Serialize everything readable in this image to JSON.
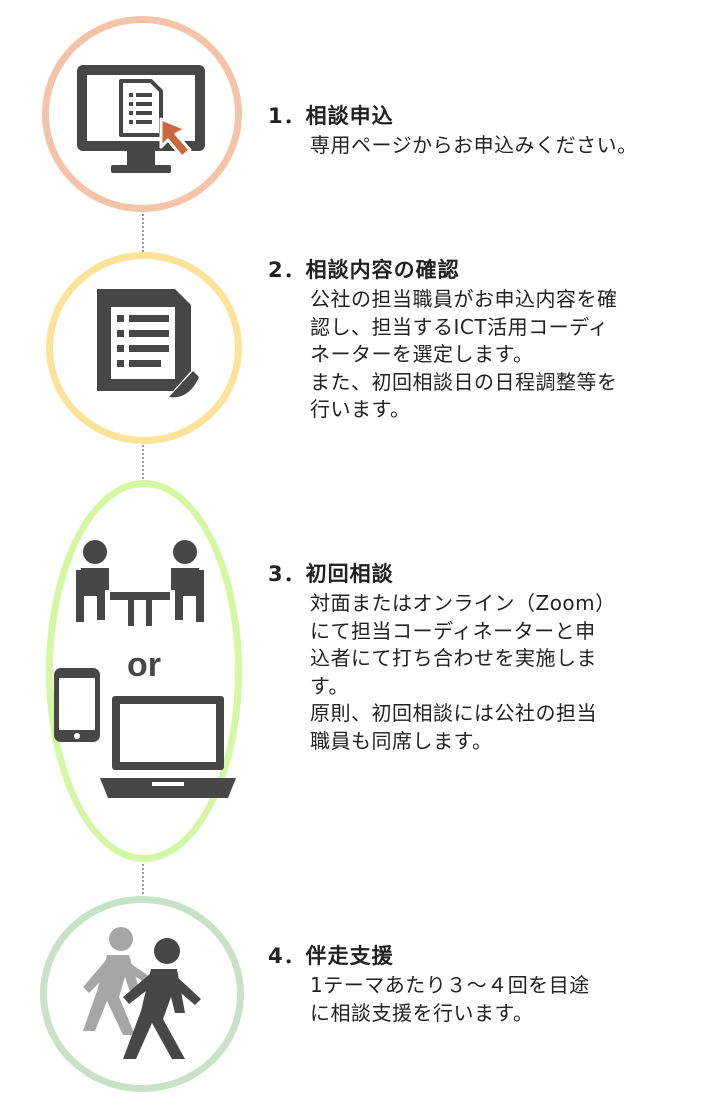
{
  "colors": {
    "step1_ring": "#f5c4a8",
    "step2_ring": "#fde39a",
    "step3_ring": "#d3f7a3",
    "step4_ring": "#c7e2c7",
    "icon_dark": "#474747",
    "accent_arrow": "#c9683a",
    "walker_back": "#a6a6a6"
  },
  "steps": [
    {
      "title": "1．相談申込",
      "lines": [
        "専用ページからお申込みください。"
      ],
      "icon": "monitor-click-icon"
    },
    {
      "title": "2．相談内容の確認",
      "lines": [
        "公社の担当職員がお申込内容を確",
        "認し、担当するICT活用コーディ",
        "ネーターを選定します。",
        "また、初回相談日の日程調整等を",
        "行います。"
      ],
      "icon": "document-list-icon"
    },
    {
      "title": "3．初回相談",
      "lines": [
        "対面またはオンライン（Zoom）",
        "にて担当コーディネーターと申",
        "込者にて打ち合わせを実施しま",
        "す。",
        "原則、初回相談には公社の担当",
        "職員も同席します。"
      ],
      "icon": "meeting-or-online-icon",
      "or_label": "or"
    },
    {
      "title": "4．伴走支援",
      "lines": [
        "1テーマあたり３～４回を目途",
        "に相談支援を行います。"
      ],
      "icon": "walking-together-icon"
    }
  ]
}
